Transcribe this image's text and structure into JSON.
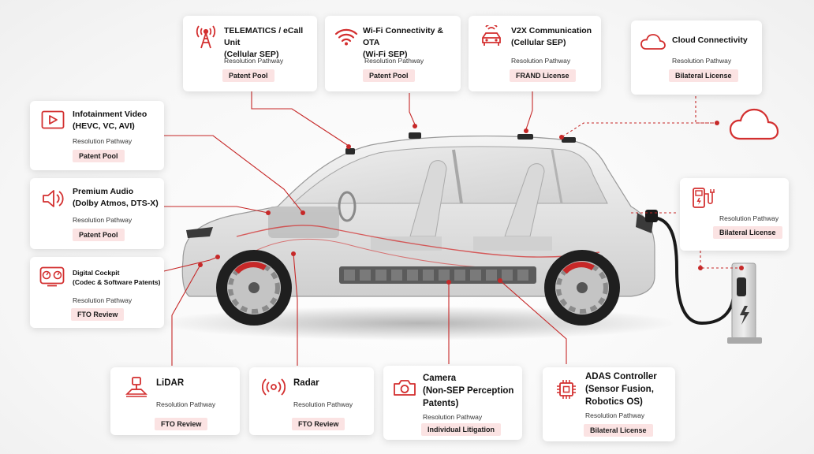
{
  "colors": {
    "accent": "#d32f2f",
    "badge_bg": "#fbe3e3"
  },
  "cards": [
    {
      "id": "telematics",
      "icon": "cell-tower-icon",
      "title_lines": [
        "TELEMATICS / eCall Unit",
        "(Cellular SEP)"
      ],
      "pathway_label": "Resolution Pathway",
      "resolution": "Patent Pool"
    },
    {
      "id": "wifi",
      "icon": "wifi-icon",
      "title_lines": [
        "Wi-Fi Connectivity & OTA",
        "(Wi-Fi SEP)"
      ],
      "pathway_label": "Resolution Pathway",
      "resolution": "Patent Pool"
    },
    {
      "id": "v2x",
      "icon": "car-signal-icon",
      "title_lines": [
        "V2X Communication",
        "(Cellular SEP)"
      ],
      "pathway_label": "Resolution Pathway",
      "resolution": "FRAND License"
    },
    {
      "id": "cloud",
      "icon": "cloud-icon",
      "title_lines": [
        "Cloud Connectivity"
      ],
      "pathway_label": "Resolution Pathway",
      "resolution": "Bilateral License"
    },
    {
      "id": "infotainment",
      "icon": "video-play-icon",
      "title_lines": [
        "Infotainment Video",
        "(HEVC, VC, AVI)"
      ],
      "pathway_label": "Resolution Pathway",
      "resolution": "Patent Pool"
    },
    {
      "id": "audio",
      "icon": "speaker-icon",
      "title_lines": [
        "Premium Audio",
        "(Dolby Atmos, DTS-X)"
      ],
      "pathway_label": "Resolution Pathway",
      "resolution": "Patent Pool"
    },
    {
      "id": "cockpit",
      "icon": "dashboard-icon",
      "title_lines": [
        "Digital Cockpit",
        "(Codec & Software Patents)"
      ],
      "pathway_label": "Resolution Pathway",
      "resolution": "FTO Review"
    },
    {
      "id": "charging",
      "icon": "charger-icon",
      "title_lines": [],
      "pathway_label": "Resolution Pathway",
      "resolution": "Bilateral License"
    },
    {
      "id": "lidar",
      "icon": "lidar-icon",
      "title_lines": [
        "LiDAR"
      ],
      "pathway_label": "Resolution Pathway",
      "resolution": "FTO Review"
    },
    {
      "id": "radar",
      "icon": "radar-icon",
      "title_lines": [
        "Radar"
      ],
      "pathway_label": "Resolution Pathway",
      "resolution": "FTO Review"
    },
    {
      "id": "camera",
      "icon": "camera-icon",
      "title_lines": [
        "Camera",
        "(Non-SEP Perception",
        "Patents)"
      ],
      "pathway_label": "Resolution Pathway",
      "resolution": "Individual Litigation"
    },
    {
      "id": "adas",
      "icon": "chip-icon",
      "title_lines": [
        "ADAS Controller",
        "(Sensor Fusion,",
        "Robotics OS)"
      ],
      "pathway_label": "Resolution Pathway",
      "resolution": "Bilateral License"
    }
  ]
}
